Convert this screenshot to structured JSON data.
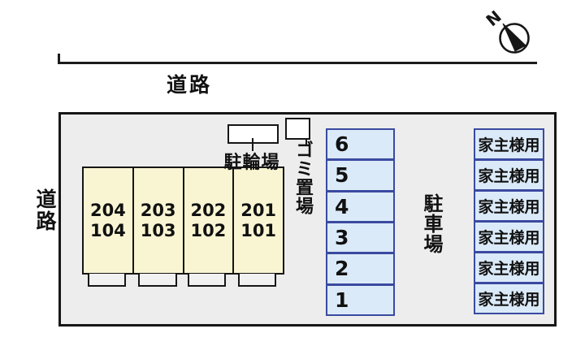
{
  "compass": {
    "north_label": "N"
  },
  "roads": {
    "top_label": "道路",
    "left_label": "道路"
  },
  "site": {
    "bicycle_parking_label": "駐輪場",
    "garbage_area_label": "ゴミ置場",
    "parking_lot_label": "駐車場",
    "building_units": [
      {
        "upper": "204",
        "lower": "104"
      },
      {
        "upper": "203",
        "lower": "103"
      },
      {
        "upper": "202",
        "lower": "102"
      },
      {
        "upper": "201",
        "lower": "101"
      }
    ],
    "parking_spaces": [
      "6",
      "5",
      "4",
      "3",
      "2",
      "1"
    ],
    "owner_spaces": [
      "家主様用",
      "家主様用",
      "家主様用",
      "家主様用",
      "家主様用",
      "家主様用"
    ]
  },
  "colors": {
    "site_background": "#ededed",
    "building_fill": "#f9f5d3",
    "space_fill": "#dbeaf8",
    "space_border": "#3a4aa0",
    "line": "#1c1c1c"
  }
}
